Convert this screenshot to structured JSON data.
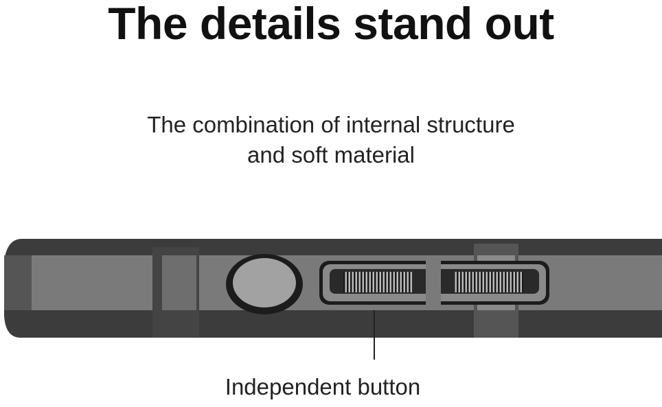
{
  "title": "The details stand out",
  "subtitle": [
    "The combination of internal structure",
    "and soft material"
  ],
  "callout": "Independent button",
  "colors": {
    "case_dark": "#3a3a3a",
    "case_mid": "#777777",
    "button": "#9a9a9a"
  }
}
